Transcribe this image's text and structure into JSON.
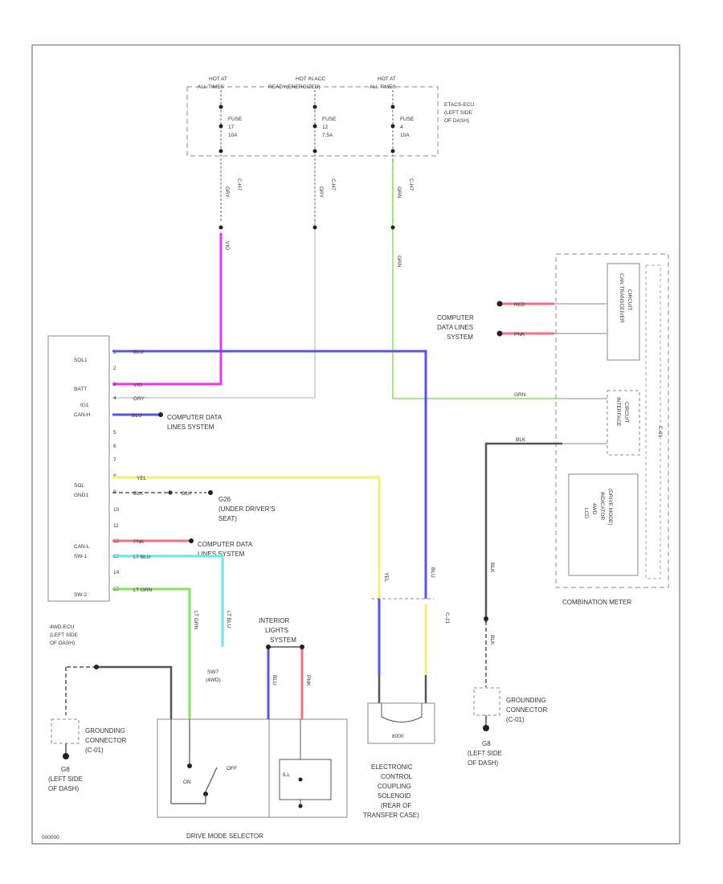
{
  "hot_labels": [
    {
      "line1": "HOT AT",
      "line2": "ALL TIMES"
    },
    {
      "line1": "HOT IN ACC",
      "line2": "READY(ENERGIZED)"
    },
    {
      "line1": "HOT AT",
      "line2": "ALL TIMES"
    }
  ],
  "fuses": [
    {
      "name": "FUSE",
      "number": "17",
      "rating": "10A",
      "wire": "GRY",
      "conn": "C-H7"
    },
    {
      "name": "FUSE",
      "number": "12",
      "rating": "7.5A",
      "wire": "GRY",
      "conn": "C-H7"
    },
    {
      "name": "FUSE",
      "number": "4",
      "rating": "10A",
      "wire": "GRN",
      "conn": "C-H7"
    }
  ],
  "fuse_box_label": [
    "ETACS-ECU",
    "(LEFT SIDE",
    "OF DASH)"
  ],
  "ecu": {
    "pins": [
      "SOL1",
      "BATT",
      "IG1",
      "CAN-H",
      "",
      "",
      "",
      "SOL",
      "GND1",
      "",
      "",
      "CAN-L",
      "SW-1",
      "",
      "SW-2"
    ],
    "pin_numbers": [
      "1",
      "2",
      "3",
      "4",
      "5",
      "6",
      "7",
      "8",
      "9",
      "10",
      "11",
      "12",
      "13",
      "14",
      "15"
    ],
    "label": [
      "4WD-ECU",
      "(LEFT SIDE",
      "OF DASH)"
    ]
  },
  "wire_colors": {
    "blu": "BLU",
    "vio": "VIO",
    "gry": "GRY",
    "yel": "YEL",
    "blk": "BLK",
    "pnk": "PNK",
    "ltblu": "LT BLU",
    "ltgrn": "LT GRN",
    "grn": "GRN",
    "red": "RED"
  },
  "can_labels": {
    "ecu_can_h": [
      "COMPUTER DATA",
      "LINES SYSTEM"
    ],
    "ecu_can_l": [
      "COMPUTER DATA",
      "LINES SYSTEM"
    ],
    "meter": [
      "COMPUTER",
      "DATA LINES",
      "SYSTEM"
    ]
  },
  "ground": {
    "ecu_g": [
      "G26",
      "(UNDER DRIVER'S",
      "SEAT)"
    ],
    "left": {
      "title": [
        "GROUNDING",
        "CONNECTOR",
        "(C-01)"
      ],
      "point": "G8",
      "loc": [
        "(LEFT SIDE",
        "OF DASH)"
      ]
    },
    "right": {
      "title": [
        "GROUNDING",
        "CONNECTOR",
        "(C-01)"
      ],
      "point": "G8",
      "loc": [
        "(LEFT SIDE",
        "OF DASH)"
      ]
    }
  },
  "meter": {
    "label": "COMBINATION METER",
    "box1": [
      "CAN TRANSCEIVER",
      "CIRCUIT"
    ],
    "box2": [
      "INTERFACE",
      "CIRCUIT"
    ],
    "box3": [
      "LCD",
      "4WD",
      "INDICATOR",
      "(DRIVE MODE)"
    ],
    "conn": "C-01"
  },
  "selector": {
    "label": "DRIVE MODE SELECTOR",
    "on": "ON",
    "off": "OFF",
    "ill": "ILL",
    "interior": [
      "INTERIOR",
      "LIGHTS",
      "SYSTEM"
    ]
  },
  "splice": [
    "SW7",
    "(4WD)"
  ],
  "solenoid": {
    "label": [
      "ELECTRONIC",
      "CONTROL",
      "COUPLING",
      "SOLENOID",
      "(REAR OF",
      "TRANSFER CASE)"
    ],
    "conn": "C-21",
    "box": "8000"
  },
  "footer_code": "000000"
}
